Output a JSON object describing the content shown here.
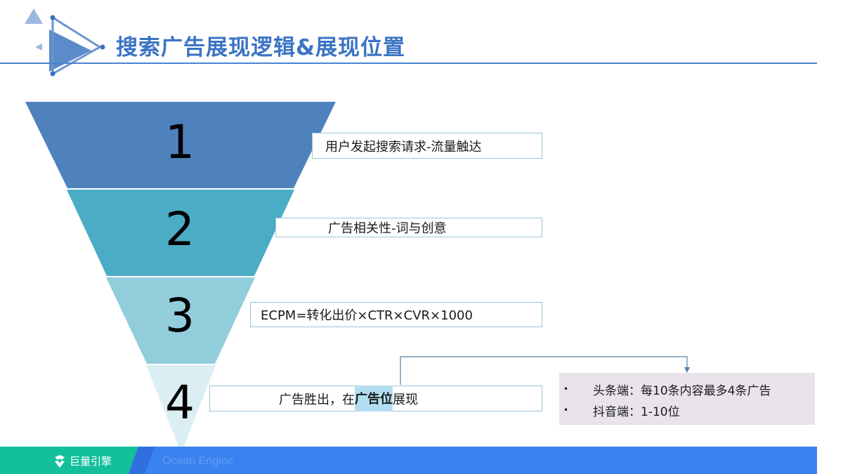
{
  "header": {
    "title": "搜索广告展现逻辑&展现位置",
    "logo_icon": "play-triangle-icon",
    "accent_color": "#3b74c4"
  },
  "funnel": {
    "stages": [
      {
        "number": "1",
        "label": "用户发起搜索请求-流量触达",
        "color": "#4f81bd"
      },
      {
        "number": "2",
        "label": "广告相关性-词与创意",
        "color": "#4bacc6"
      },
      {
        "number": "3",
        "label": "ECPM=转化出价×CTR×CVR×1000",
        "color": "#92cddc"
      },
      {
        "number": "4",
        "label_prefix": "广告胜出，在",
        "label_highlight": "广告位",
        "label_suffix": "展现",
        "color": "#dbeef4"
      }
    ]
  },
  "placement_panel": {
    "items": [
      {
        "bullet": "•",
        "text": "头条端：每10条内容最多4条广告"
      },
      {
        "bullet": "•",
        "text": "抖音端：1-10位"
      }
    ],
    "background": "#e9e3ec"
  },
  "footer": {
    "brand_name": "巨量引擎",
    "brand_icon": "ocean-engine-logo-icon",
    "brand_en": "Ocean Engine",
    "colors": {
      "green": "#14bf9c",
      "blue": "#3a82f0"
    }
  }
}
